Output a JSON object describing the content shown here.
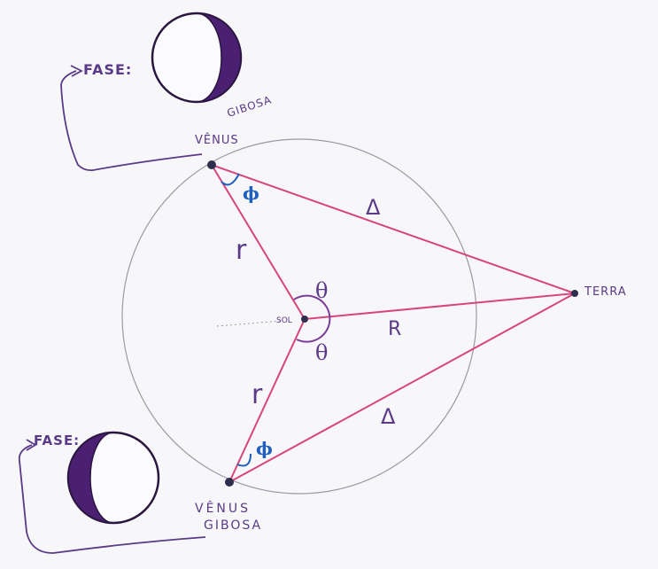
{
  "labels": {
    "fase_top": "FASE:",
    "fase_bottom": "FASE:",
    "venus_top_line1": "VÊNUS",
    "venus_top_line2": "GIBOSA",
    "venus_bottom_line1": "VÊNUS",
    "venus_bottom_line2": "GIBOSA",
    "terra": "TERRA",
    "sol": "SOL",
    "r_top": "r",
    "r_bottom": "r",
    "R": "R",
    "delta_top": "Δ",
    "delta_bottom": "Δ",
    "theta_top": "θ",
    "theta_bottom": "θ",
    "phi_top": "ϕ",
    "phi_bottom": "ϕ"
  },
  "colors": {
    "background": "#f7f7f9",
    "orbit": "#9a9aa6",
    "lines": "#d6457d",
    "ink": "#5a3a86",
    "points": "#2e2e4e",
    "angle_blue": "#1f5fbf",
    "angle_purple": "#7a3d9a",
    "phase_fill": "#4b1f72"
  }
}
